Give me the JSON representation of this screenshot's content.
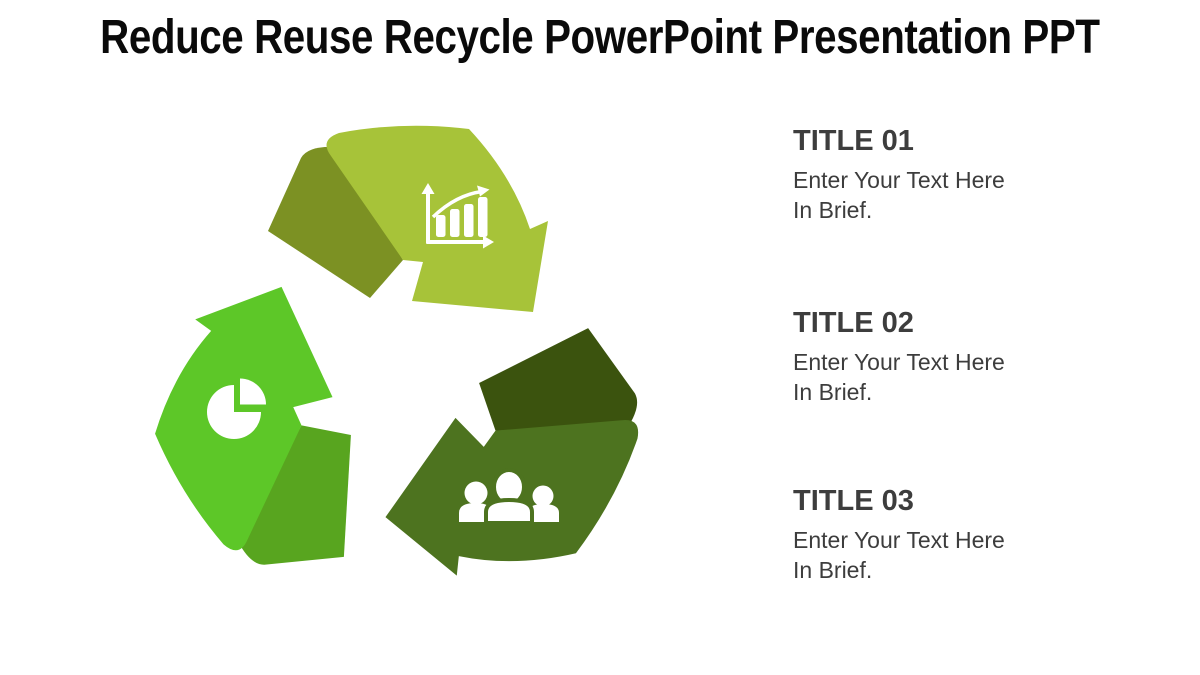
{
  "slide": {
    "title": "Reduce Reuse Recycle PowerPoint Presentation PPT",
    "background_color": "#ffffff",
    "title_color": "#0a0a0a"
  },
  "recycle": {
    "icon_color": "#ffffff",
    "arrows": [
      {
        "name": "reduce-top",
        "body_color": "#a7c339",
        "fold_color": "#7c9123",
        "icon": "bar-chart-icon"
      },
      {
        "name": "reuse-left",
        "body_color": "#5dc728",
        "fold_color": "#58a51f",
        "icon": "pie-chart-icon"
      },
      {
        "name": "recycle-bottom-right",
        "body_color": "#4d731f",
        "fold_color": "#3b530e",
        "icon": "people-group-icon"
      }
    ]
  },
  "sections": [
    {
      "heading": "TITLE 01",
      "body": "Enter Your Text Here In Brief."
    },
    {
      "heading": "TITLE 02",
      "body": "Enter Your Text Here In Brief."
    },
    {
      "heading": "TITLE 03",
      "body": "Enter Your Text Here In Brief."
    }
  ],
  "text_colors": {
    "heading": "#3d3d3d",
    "body": "#3d3d3d"
  }
}
